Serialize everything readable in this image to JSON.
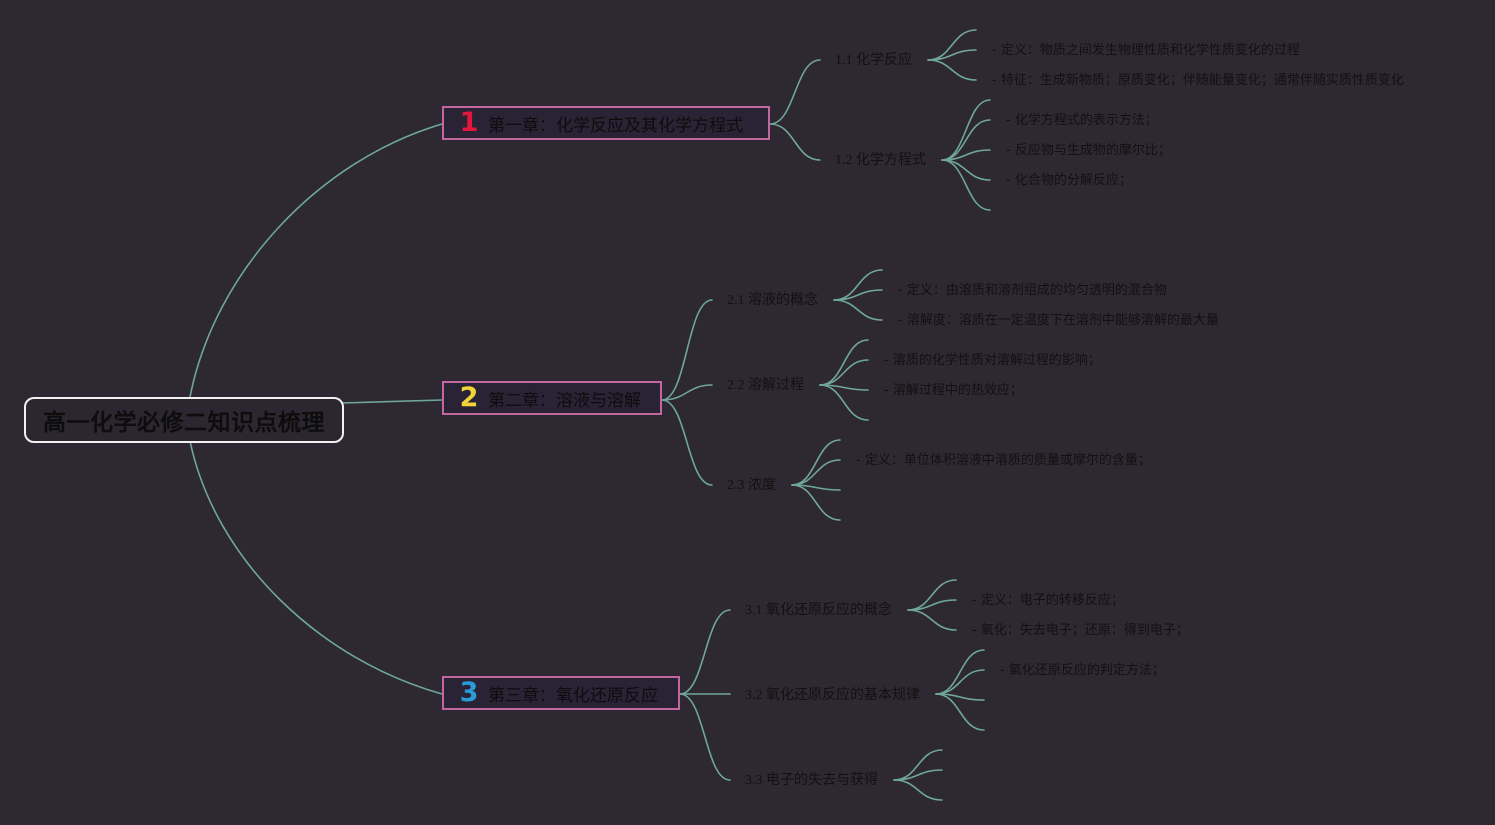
{
  "colors": {
    "background": "#2d2832",
    "connector": "#6fa79a",
    "chapter_border": "#c2679f",
    "num1": "#e3173b",
    "num2": "#f1d43a",
    "num3": "#2a9bd8"
  },
  "root": {
    "title": "高一化学必修二知识点梳理"
  },
  "chapters": [
    {
      "num": "1",
      "label": "第一章：化学反应及其化学方程式",
      "sections": [
        {
          "label": "1.1 化学反应",
          "items": [
            "- 定义：物质之间发生物理性质和化学性质变化的过程",
            "- 特征：生成新物质；原质变化；伴随能量变化；通常伴随实质性质变化"
          ]
        },
        {
          "label": "1.2 化学方程式",
          "items": [
            "- 化学方程式的表示方法；",
            "- 反应物与生成物的摩尔比；",
            "- 化合物的分解反应；"
          ]
        }
      ]
    },
    {
      "num": "2",
      "label": "第二章：溶液与溶解",
      "sections": [
        {
          "label": "2.1 溶液的概念",
          "items": [
            "- 定义：由溶质和溶剂组成的均匀透明的混合物",
            "- 溶解度：溶质在一定温度下在溶剂中能够溶解的最大量"
          ]
        },
        {
          "label": "2.2 溶解过程",
          "items": [
            "- 溶质的化学性质对溶解过程的影响；",
            "- 溶解过程中的热效应；"
          ]
        },
        {
          "label": "2.3 浓度",
          "items": [
            "- 定义：单位体积溶液中溶质的质量或摩尔的含量；"
          ]
        }
      ]
    },
    {
      "num": "3",
      "label": "第三章：氧化还原反应",
      "sections": [
        {
          "label": "3.1 氧化还原反应的概念",
          "items": [
            "- 定义：电子的转移反应；",
            "- 氧化：失去电子；还原：得到电子；"
          ]
        },
        {
          "label": "3.2 氧化还原反应的基本规律",
          "items": [
            "- 氧化还原反应的判定方法；"
          ]
        },
        {
          "label": "3.3 电子的失去与获得",
          "items": []
        }
      ]
    }
  ]
}
